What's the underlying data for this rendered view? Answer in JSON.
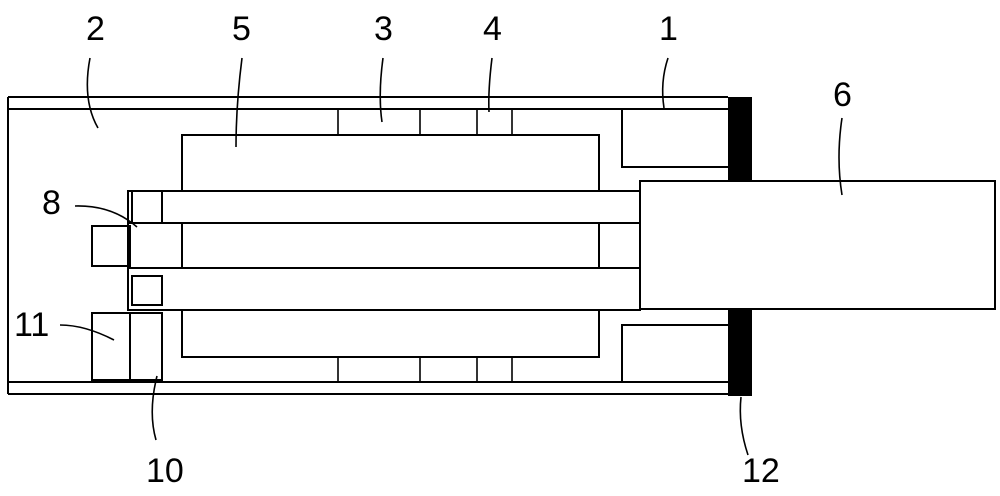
{
  "labels": {
    "l1": "1",
    "l2": "2",
    "l3": "3",
    "l4": "4",
    "l5": "5",
    "l6": "6",
    "l8": "8",
    "l10": "10",
    "l11": "11",
    "l12": "12"
  }
}
